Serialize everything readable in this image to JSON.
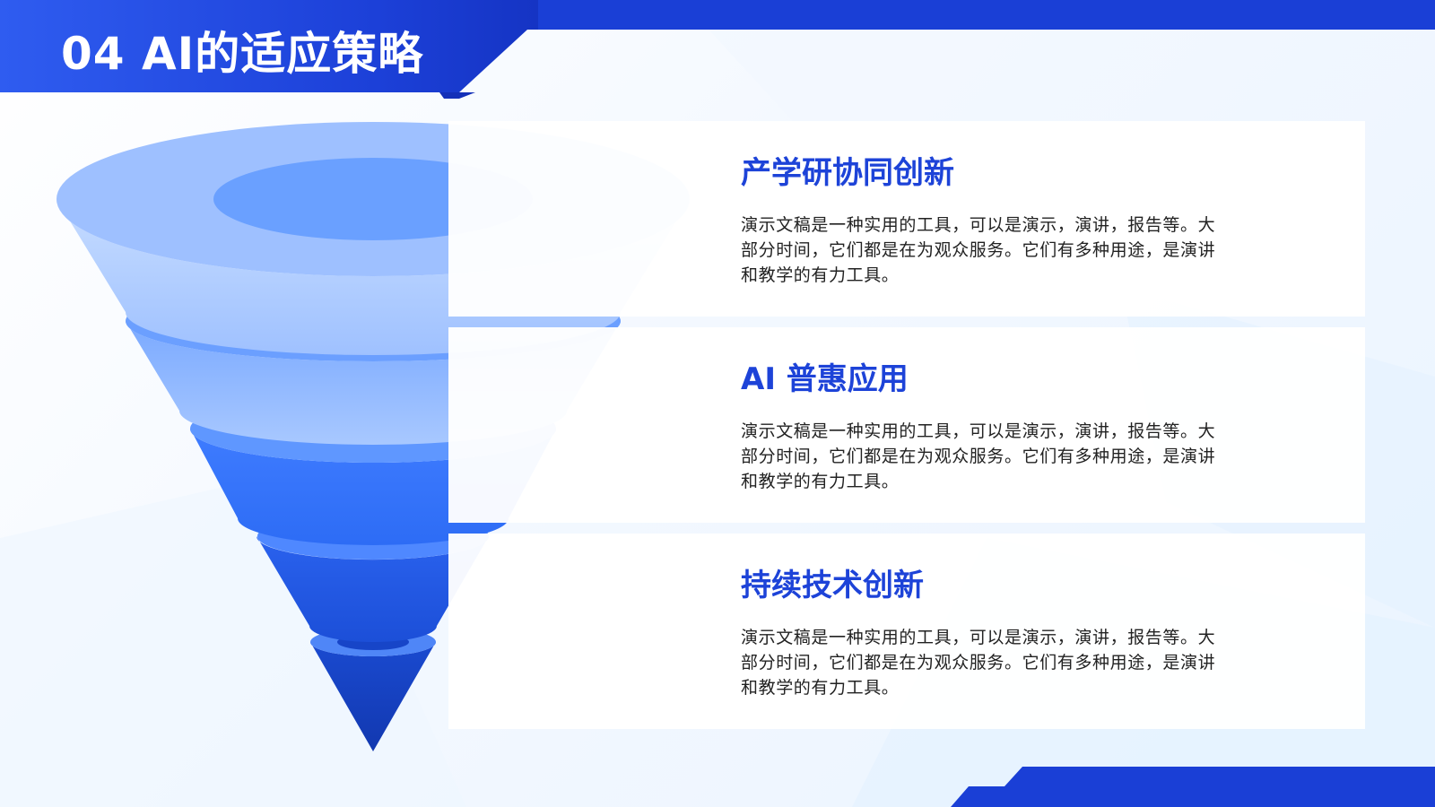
{
  "slide": {
    "title": "04  AI的适应策略"
  },
  "colors": {
    "primary": "#1a3fd6",
    "accent_text": "#1d43d8",
    "body_text": "#222222"
  },
  "cards": [
    {
      "title": "产学研协同创新",
      "text": "演示文稿是一种实用的工具，可以是演示，演讲，报告等。大部分时间，它们都是在为观众服务。它们有多种用途，是演讲和教学的有力工具。"
    },
    {
      "title": "AI 普惠应用",
      "text": "演示文稿是一种实用的工具，可以是演示，演讲，报告等。大部分时间，它们都是在为观众服务。它们有多种用途，是演讲和教学的有力工具。"
    },
    {
      "title": "持续技术创新",
      "text": "演示文稿是一种实用的工具，可以是演示，演讲，报告等。大部分时间，它们都是在为观众服务。它们有多种用途，是演讲和教学的有力工具。"
    }
  ]
}
